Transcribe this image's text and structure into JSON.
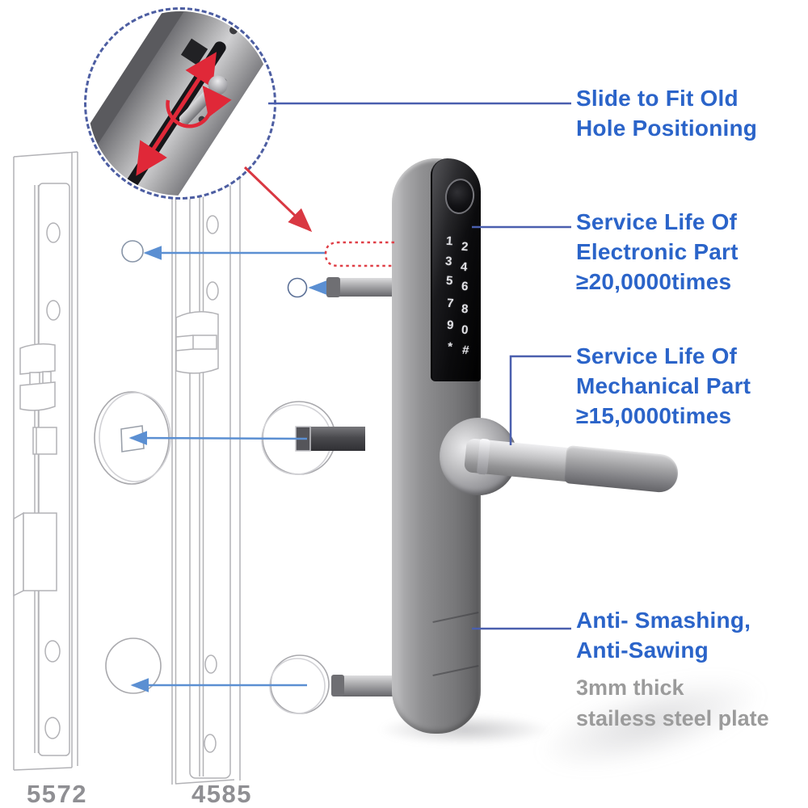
{
  "callouts": {
    "slide_to_fit": {
      "line1": "Slide to Fit Old",
      "line2": "Hole Positioning"
    },
    "electronic": {
      "line1": "Service Life Of",
      "line2": "Electronic Part",
      "line3": "≥20,0000times"
    },
    "mechanical": {
      "line1": "Service Life Of",
      "line2": "Mechanical Part",
      "line3": "≥15,0000times"
    },
    "anti": {
      "line1": "Anti- Smashing,",
      "line2": "Anti-Sawing",
      "note1": "3mm thick",
      "note2": "stailess steel plate"
    }
  },
  "lock": {
    "keypad_left": [
      "1",
      "3",
      "5",
      "7",
      "9",
      "*"
    ],
    "keypad_right": [
      "2",
      "4",
      "6",
      "8",
      "0",
      "#"
    ]
  },
  "drawings": {
    "left_plate_model": "5572",
    "right_plate_model": "4585"
  },
  "colors": {
    "heading_blue": "#2b64c9",
    "note_gray": "#9b9b9b",
    "callout_line_blue": "#4a5fae",
    "arrow_blue": "#5b8fd2",
    "accent_red": "#dd3a44",
    "model_number_gray": "#8f8f93",
    "drawing_stroke": "#b2b2b6"
  }
}
